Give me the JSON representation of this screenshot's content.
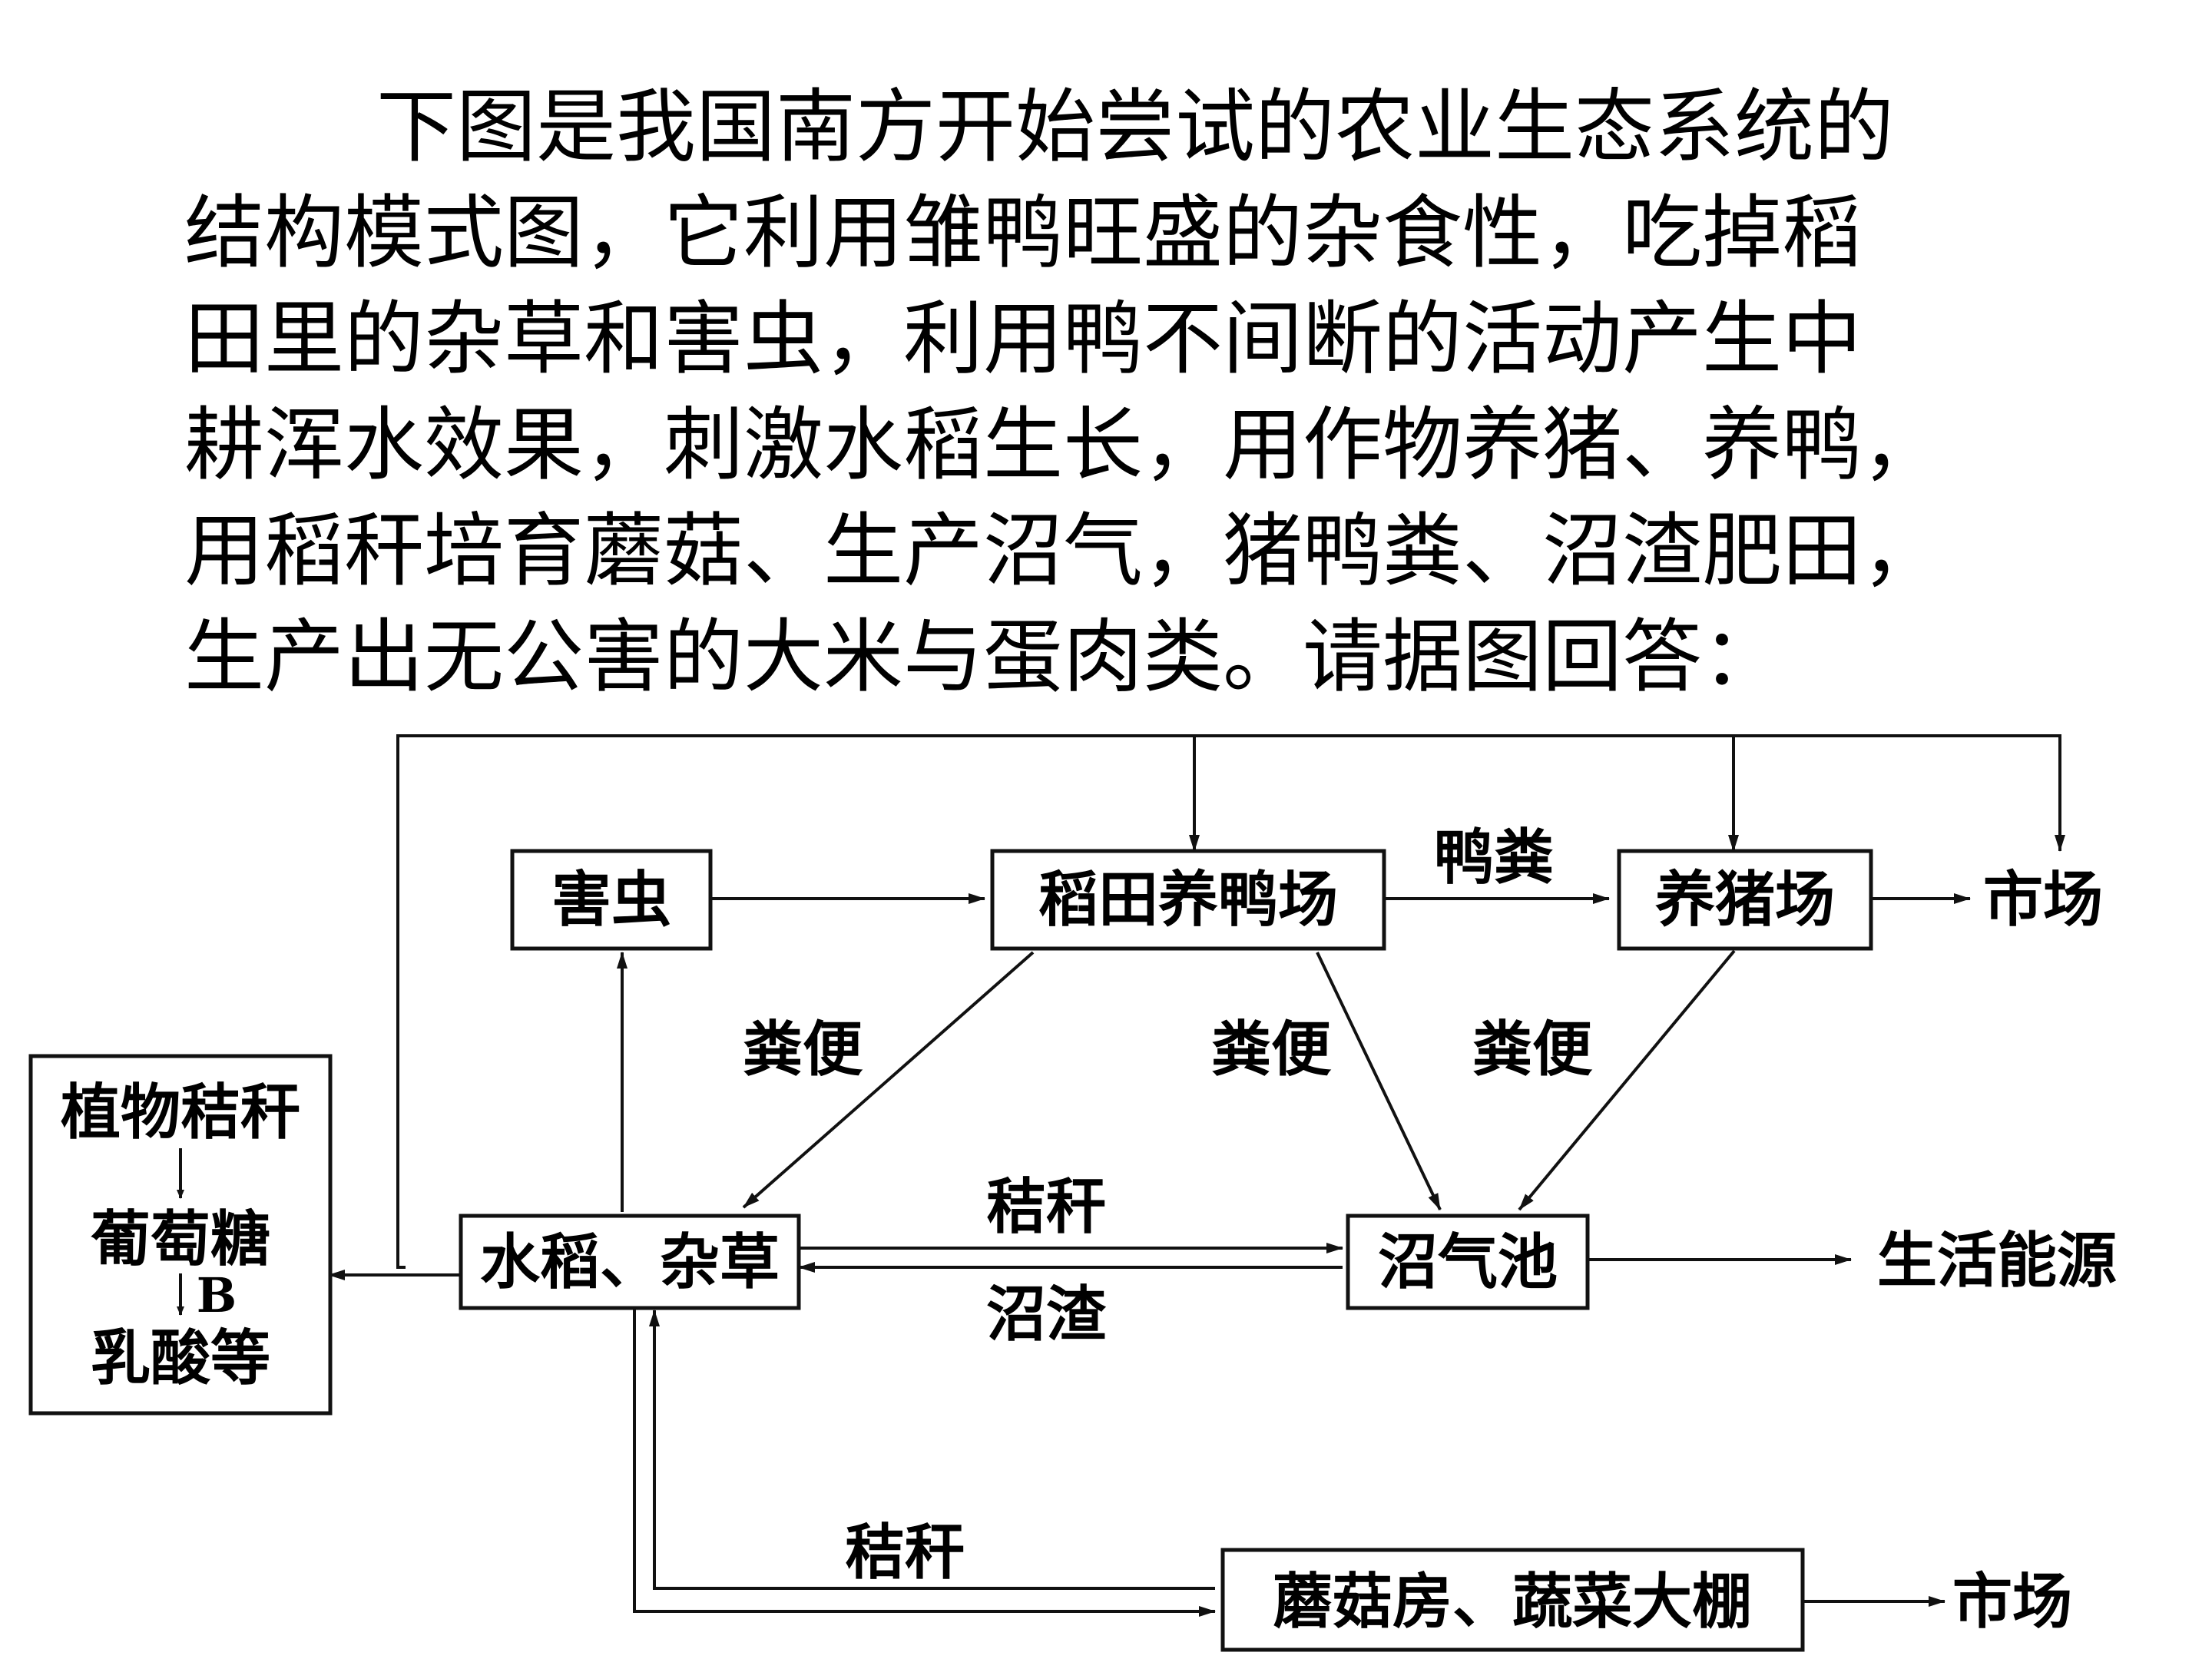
{
  "intro": {
    "lines": [
      "下图是我国南方开始尝试的农业生态系统的",
      "结构模式图，它利用雏鸭旺盛的杂食性，吃掉稻",
      "田里的杂草和害虫，利用鸭不间断的活动产生中",
      "耕浑水效果，刺激水稻生长，用作物养猪、养鸭，",
      "用稻秆培育蘑菇、生产沼气，猪鸭粪、沼渣肥田，",
      "生产出无公害的大米与蛋肉类。请据图回答："
    ]
  },
  "diagram": {
    "boxes": {
      "pest": "害虫",
      "duck_farm": "稻田养鸭场",
      "pig_farm": "养猪场",
      "rice_weeds": "水稻、杂草",
      "biogas": "沼气池",
      "mushroom": "蘑菇房、蔬菜大棚",
      "process_line1": "植物秸秆",
      "process_line2": "葡萄糖",
      "process_step": "B",
      "process_line3": "乳酸等"
    },
    "labels": {
      "duck_manure": "鸭粪",
      "market1": "市场",
      "feces1": "粪便",
      "feces2": "粪便",
      "feces3": "粪便",
      "straw1": "秸秆",
      "biogas_residue": "沼渣",
      "living_energy": "生活能源",
      "straw2": "秸秆",
      "market2": "市场"
    }
  }
}
